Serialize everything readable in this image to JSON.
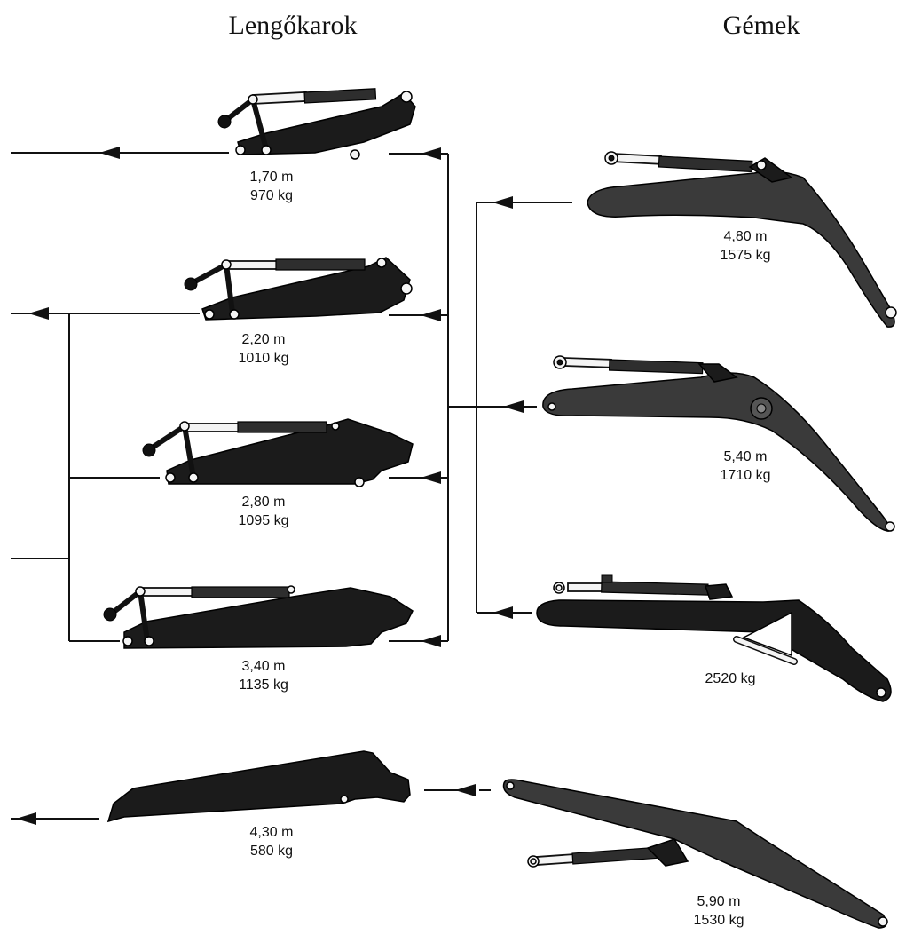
{
  "headings": {
    "left": "Lengőkarok",
    "right": "Gémek"
  },
  "sticks": [
    {
      "length": "1,70 m",
      "weight": "970 kg"
    },
    {
      "length": "2,20 m",
      "weight": "1010 kg"
    },
    {
      "length": "2,80 m",
      "weight": "1095 kg"
    },
    {
      "length": "3,40 m",
      "weight": "1135 kg"
    },
    {
      "length": "4,30 m",
      "weight": "580 kg"
    }
  ],
  "booms": [
    {
      "length": "4,80 m",
      "weight": "1575 kg"
    },
    {
      "length": "5,40 m",
      "weight": "1710 kg"
    },
    {
      "length": "",
      "weight": "2520 kg"
    },
    {
      "length": "5,90 m",
      "weight": "1530 kg"
    }
  ],
  "colors": {
    "ink": "#111111",
    "part": "#1b1b1b",
    "rod": "#f4f4f4"
  }
}
